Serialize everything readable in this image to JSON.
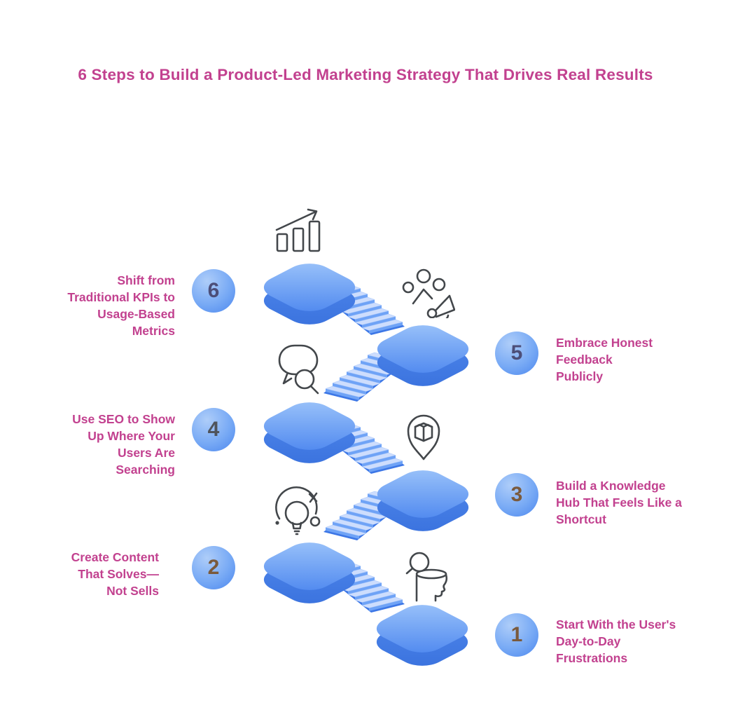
{
  "title": "6 Steps to Build a Product-Led Marketing Strategy That Drives Real Results",
  "colors": {
    "title_text": "#c2418f",
    "step_text": "#c2418f",
    "circle_fill_light": "#aecdf9",
    "circle_fill_dark": "#4b86ee",
    "platform_light": "#9ec5fa",
    "platform_dark": "#4c86ef",
    "stair_tread": "#cdddfd",
    "stair_riser": "#6fa3f6",
    "icon_stroke": "#43474b"
  },
  "steps": [
    {
      "number": "1",
      "number_color": "#7a5a3c",
      "side": "right",
      "icon": "user-head-icon",
      "label": "Start With the User's Day-to-Day Frustrations",
      "lines": [
        "Start With the User's",
        "Day-to-Day",
        "Frustrations"
      ]
    },
    {
      "number": "2",
      "number_color": "#7a5a3c",
      "side": "left",
      "icon": "idea-lightbulb-icon",
      "label": "Create Content That Solves— Not Sells",
      "lines": [
        "Create Content",
        "That Solves—",
        "Not Sells"
      ]
    },
    {
      "number": "3",
      "number_color": "#7a5a3c",
      "side": "right",
      "icon": "book-pin-icon",
      "label": "Build a Knowledge Hub That Feels Like a Shortcut",
      "lines": [
        "Build a Knowledge",
        "Hub That Feels Like a",
        "Shortcut"
      ]
    },
    {
      "number": "4",
      "number_color": "#4f545c",
      "side": "left",
      "icon": "chat-search-icon",
      "label": "Use SEO to Show Up Where Your Users Are Searching",
      "lines": [
        "Use SEO to Show",
        "Up Where Your",
        "Users Are",
        "Searching"
      ]
    },
    {
      "number": "5",
      "number_color": "#4c4e78",
      "side": "right",
      "icon": "audience-megaphone-icon",
      "label": "Embrace Honest Feedback Publicly",
      "lines": [
        "Embrace Honest",
        "Feedback",
        "Publicly"
      ]
    },
    {
      "number": "6",
      "number_color": "#4c4e78",
      "side": "left",
      "icon": "growth-chart-icon",
      "label": "Shift from Traditional KPIs to Usage-Based Metrics",
      "lines": [
        "Shift from",
        "Traditional KPIs to",
        "Usage-Based",
        "Metrics"
      ]
    }
  ]
}
